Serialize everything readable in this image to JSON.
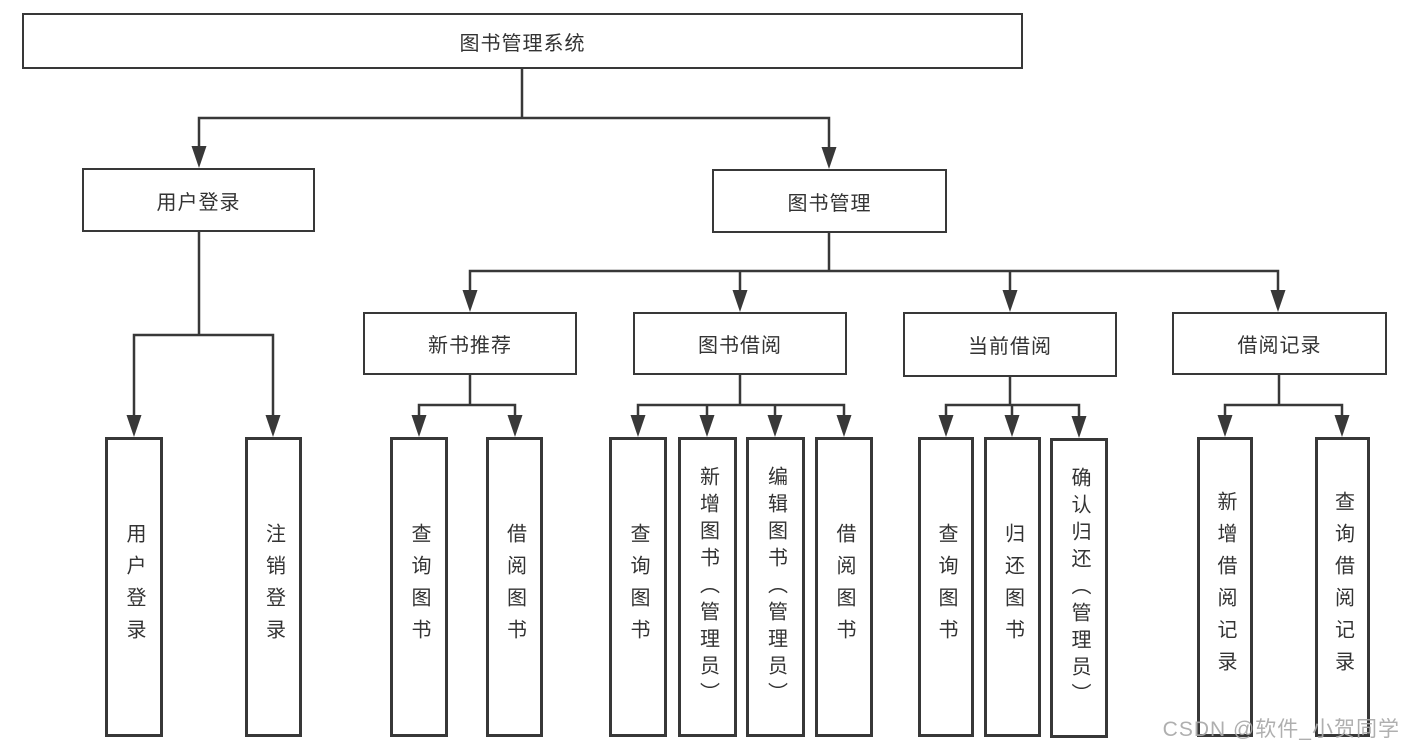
{
  "tree": {
    "root": {
      "label": "图书管理系统"
    },
    "branches": [
      {
        "label": "用户登录",
        "children": [
          {
            "label": "用户登录"
          },
          {
            "label": "注销登录"
          }
        ]
      },
      {
        "label": "图书管理",
        "children": [
          {
            "label": "新书推荐",
            "children": [
              {
                "label": "查询图书"
              },
              {
                "label": "借阅图书"
              }
            ]
          },
          {
            "label": "图书借阅",
            "children": [
              {
                "label": "查询图书"
              },
              {
                "label": "新增图书（管理员）"
              },
              {
                "label": "编辑图书（管理员）"
              },
              {
                "label": "借阅图书"
              }
            ]
          },
          {
            "label": "当前借阅",
            "children": [
              {
                "label": "查询图书"
              },
              {
                "label": "归还图书"
              },
              {
                "label": "确认归还（管理员）"
              }
            ]
          },
          {
            "label": "借阅记录",
            "children": [
              {
                "label": "新增借阅记录"
              },
              {
                "label": "查询借阅记录"
              }
            ]
          }
        ]
      }
    ]
  },
  "watermark": "CSDN @软件_小贺同学",
  "colors": {
    "line": "#383838",
    "text": "#333333",
    "watermark": "#a9a9a9",
    "background": "#ffffff"
  }
}
